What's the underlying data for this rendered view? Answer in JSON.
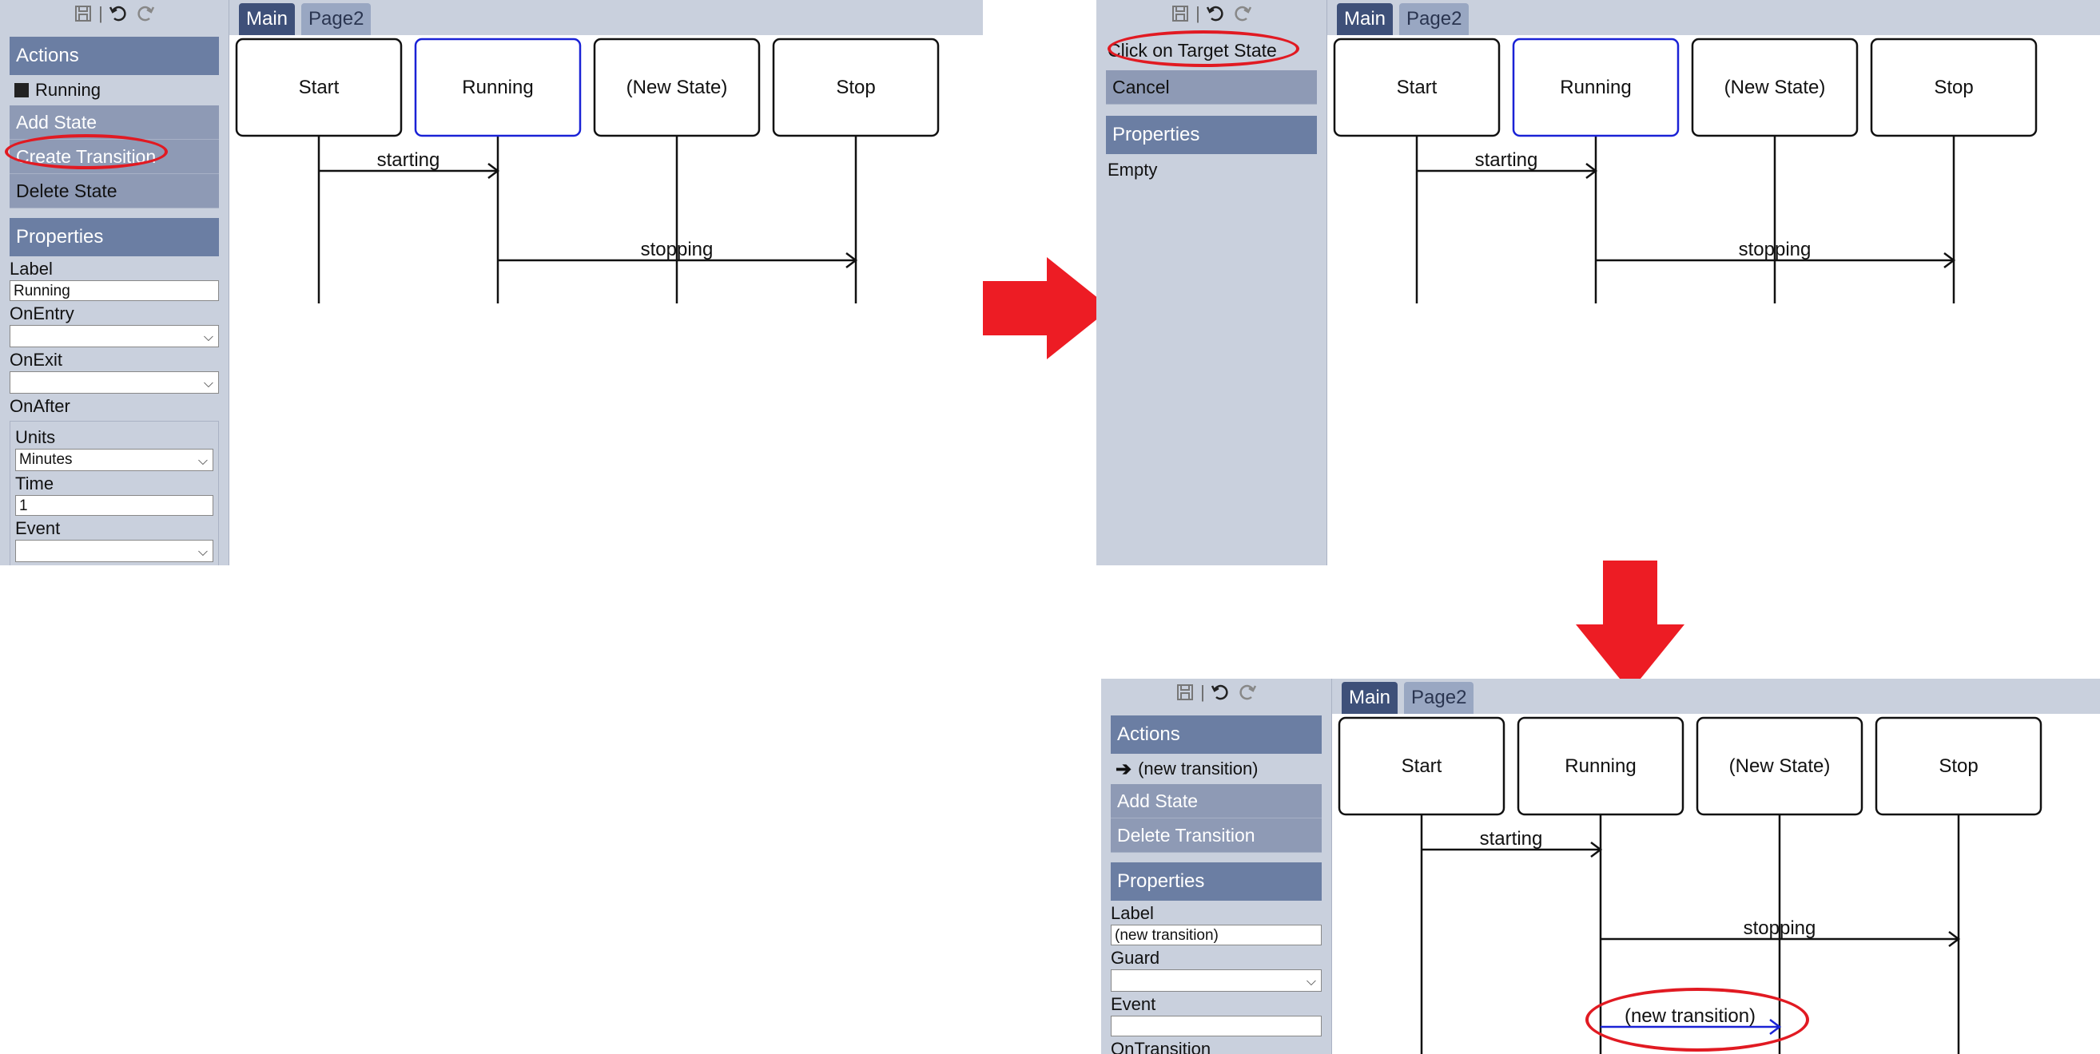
{
  "colors": {
    "sidebar_bg": "#c9d0dd",
    "header_bg": "#6b7ea3",
    "button_bg": "#8e9ab5",
    "tab_active": "#3e5079",
    "tab_inactive": "#99a7c2",
    "selected_state_border": "#1a22d6",
    "new_transition_color": "#1a22d6",
    "highlight_red": "#e11a22"
  },
  "toolbar": {
    "icons": [
      "save-icon",
      "undo-icon",
      "redo-icon"
    ],
    "separator": "|"
  },
  "tabs": [
    "Main",
    "Page2"
  ],
  "states": [
    "Start",
    "Running",
    "(New State)",
    "Stop"
  ],
  "transitions": {
    "starting": "starting",
    "stopping": "stopping",
    "new": "(new transition)"
  },
  "panel1": {
    "actions_header": "Actions",
    "selected_label": "Running",
    "actions": [
      "Add State",
      "Create Transition",
      "Delete State"
    ],
    "properties_header": "Properties",
    "label_label": "Label",
    "label_value": "Running",
    "onentry_label": "OnEntry",
    "onexit_label": "OnExit",
    "onafter_label": "OnAfter",
    "units_label": "Units",
    "units_value": "Minutes",
    "time_label": "Time",
    "time_value": "1",
    "event_label": "Event"
  },
  "panel2": {
    "prompt": "Click on Target State",
    "cancel": "Cancel",
    "properties_header": "Properties",
    "empty": "Empty"
  },
  "panel3": {
    "actions_header": "Actions",
    "selected_label": "(new transition)",
    "actions": [
      "Add State",
      "Delete Transition"
    ],
    "properties_header": "Properties",
    "label_label": "Label",
    "label_value": "(new transition)",
    "guard_label": "Guard",
    "event_label": "Event",
    "ontransition_label": "OnTransition"
  }
}
